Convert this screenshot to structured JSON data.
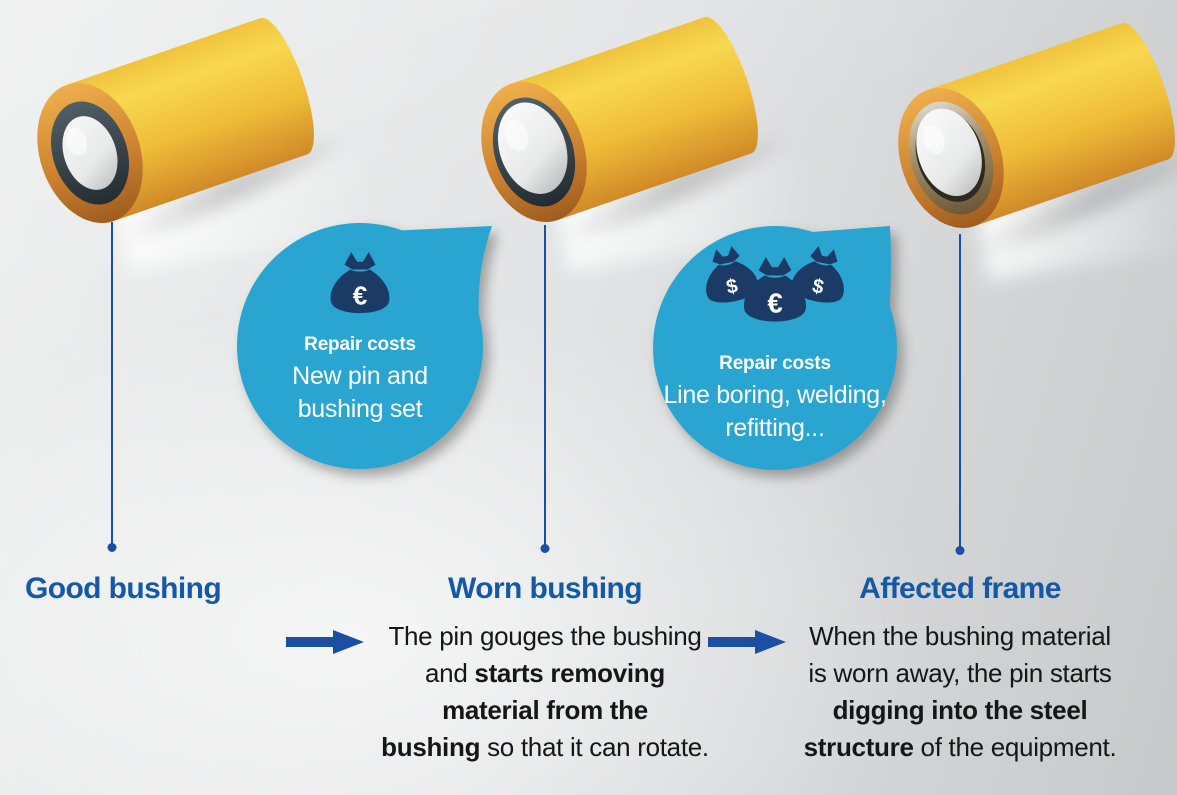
{
  "palette": {
    "heading_blue": "#1658A8",
    "line_blue": "#1A4FA3",
    "bubble_teal": "#2AA5D1",
    "bag_navy": "#1C3A66",
    "body_text": "#161616",
    "bubble_text": "#FFFFFF"
  },
  "stages": [
    {
      "id": "good",
      "title": "Good bushing",
      "description_parts": []
    },
    {
      "id": "worn",
      "title": "Worn bushing",
      "description_parts": [
        {
          "t": "The pin gouges the bushing",
          "b": 0,
          "br": 1
        },
        {
          "t": "and ",
          "b": 0
        },
        {
          "t": "starts removing",
          "b": 1,
          "br": 1
        },
        {
          "t": "material from the",
          "b": 1,
          "br": 1
        },
        {
          "t": "bushing",
          "b": 1
        },
        {
          "t": " so that it can rotate.",
          "b": 0
        }
      ]
    },
    {
      "id": "frame",
      "title": "Affected frame",
      "description_parts": [
        {
          "t": "When the bushing material",
          "b": 0,
          "br": 1
        },
        {
          "t": "is worn away, the pin starts",
          "b": 0,
          "br": 1
        },
        {
          "t": "digging into the steel",
          "b": 1,
          "br": 1
        },
        {
          "t": "structure",
          "b": 1
        },
        {
          "t": " of the equipment.",
          "b": 0
        }
      ]
    }
  ],
  "bubbles": [
    {
      "label": "Repair costs",
      "text_parts": [
        {
          "t": "New pin and",
          "br": 1
        },
        {
          "t": "bushing set"
        }
      ],
      "bags": [
        {
          "symbol": "€"
        }
      ]
    },
    {
      "label": "Repair costs",
      "text_parts": [
        {
          "t": "Line boring, welding,",
          "br": 1
        },
        {
          "t": "refitting..."
        }
      ],
      "bags": [
        {
          "symbol": "$"
        },
        {
          "symbol": "€"
        },
        {
          "symbol": "$"
        }
      ]
    }
  ]
}
